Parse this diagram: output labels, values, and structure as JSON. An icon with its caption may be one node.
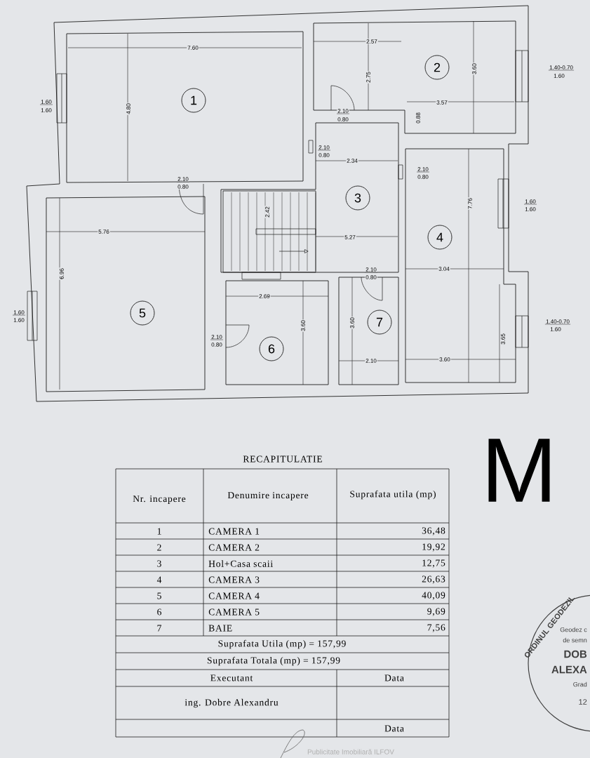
{
  "diagram": {
    "nodes": [
      {
        "text": [
          "1"
        ]
      },
      {
        "text": [
          "2"
        ]
      },
      {
        "text": [
          "3"
        ]
      },
      {
        "text": [
          "4"
        ]
      },
      {
        "text": [
          "5"
        ]
      },
      {
        "text": [
          "6"
        ]
      },
      {
        "text": [
          "7"
        ]
      },
      {
        "text": [
          "ORDINUL GEODEZIL",
          "Geodez c",
          "de semn",
          "DOB",
          "ALEXA",
          "Grad",
          "12"
        ]
      }
    ],
    "labels": [
      "7.60",
      "1.60",
      "1.60",
      "4.80",
      "2.57",
      "2.75",
      "3.60",
      "1.40-0.70",
      "1.60",
      "3.57",
      "2.10",
      "0.80",
      "0.88",
      "2.10",
      "0.80",
      "2.34",
      "2.10",
      "0.80",
      "2.10",
      "0.80",
      "7.76",
      "1.60",
      "1.60",
      "2.42",
      "5.76",
      "5.27",
      "2.10",
      "0.80",
      "3.04",
      "6.96",
      "1.60",
      "1.60",
      "2.69",
      "3.60",
      "3.60",
      "1.40-0.70",
      "1.60",
      "2.10",
      "0.80",
      "3.65",
      "2.10",
      "3.60",
      "RECAPITULATIE",
      "Nr. incapere",
      "Denumire incapere",
      "Suprafata utila (mp)",
      "1",
      "CAMERA 1",
      "36,48",
      "2",
      "CAMERA 2",
      "19,92",
      "3",
      "Hol+Casa scaii",
      "12,75",
      "4",
      "CAMERA 3",
      "26,63",
      "5",
      "CAMERA 4",
      "40,09",
      "6",
      "CAMERA 5",
      "9,69",
      "7",
      "BAIE",
      "7,56",
      "Suprafata Utila (mp) = 157,99",
      "Suprafata Totala (mp) = 157,99",
      "Executant",
      "Data",
      "ing. Dobre Alexandru",
      "Data",
      "M",
      "Publicitate Imobiliară ILFOV"
    ]
  }
}
